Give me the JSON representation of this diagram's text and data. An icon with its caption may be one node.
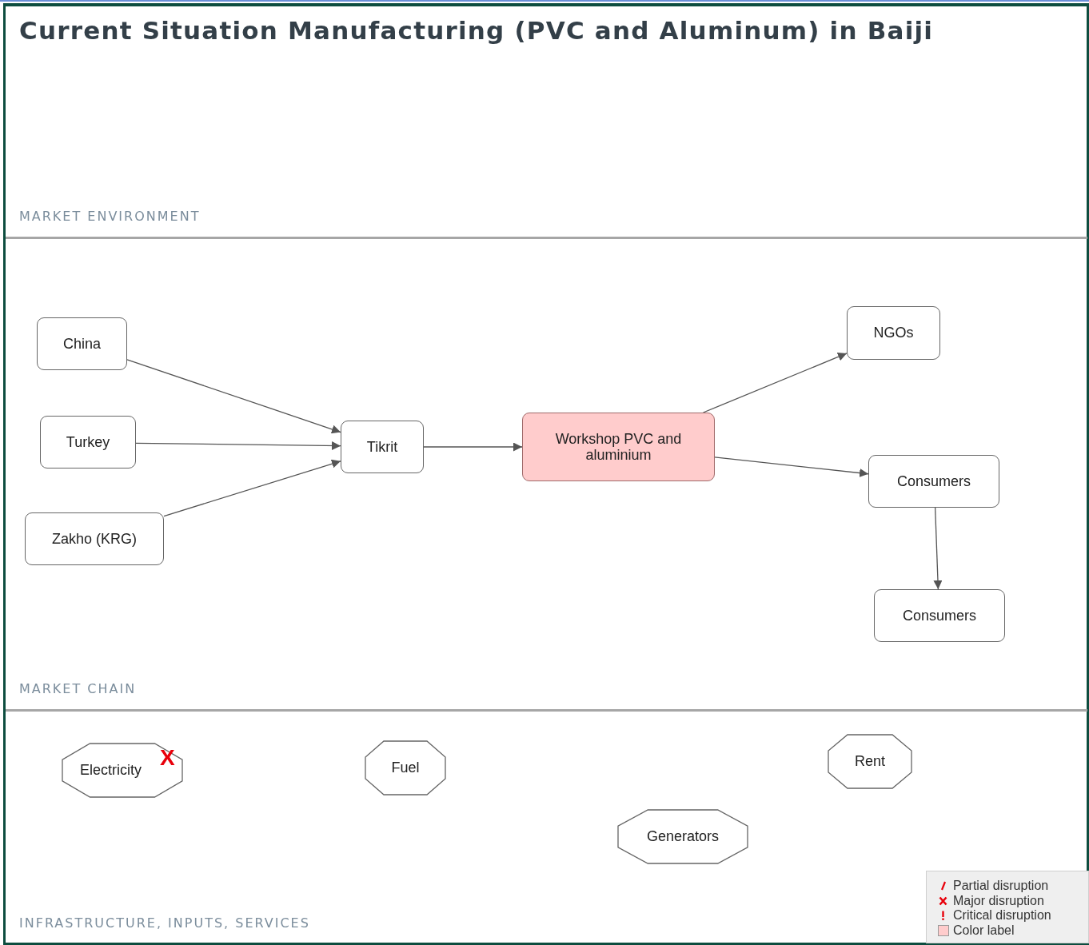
{
  "diagram": {
    "title": "Current Situation Manufacturing (PVC and Aluminum) in Baiji",
    "nodes": [
      {
        "text": [
          "China"
        ]
      },
      {
        "text": [
          "Turkey"
        ]
      },
      {
        "text": [
          "Zakho (KRG)"
        ]
      },
      {
        "text": [
          "Tikrit"
        ]
      },
      {
        "text": [
          "Workshop PVC and aluminium"
        ]
      },
      {
        "text": [
          "NGOs"
        ]
      },
      {
        "text": [
          "Consumers"
        ]
      },
      {
        "text": [
          "Consumers"
        ]
      },
      {
        "text": [
          "Electricity",
          "X"
        ]
      },
      {
        "text": [
          "Fuel"
        ]
      },
      {
        "text": [
          "Generators"
        ]
      },
      {
        "text": [
          "Rent"
        ]
      }
    ],
    "edges": [
      {
        "from": 0,
        "to": 3,
        "arrow": "to"
      },
      {
        "from": 1,
        "to": 3,
        "arrow": "to"
      },
      {
        "from": 2,
        "to": 3,
        "arrow": "to"
      },
      {
        "from": 3,
        "to": 4,
        "arrow": "to"
      },
      {
        "from": 4,
        "to": 5,
        "arrow": "to"
      },
      {
        "from": 4,
        "to": 6,
        "arrow": "to"
      },
      {
        "from": 6,
        "to": 7,
        "arrow": "to"
      }
    ],
    "labels": [
      "MARKET ENVIRONMENT",
      "MARKET CHAIN",
      "INFRASTRUCTURE, INPUTS, SERVICES"
    ],
    "legend": [
      {
        "text": "Partial disruption"
      },
      {
        "text": "Major disruption"
      },
      {
        "text": "Critical disruption"
      },
      {
        "text": "Color label",
        "color": "#ffcccc"
      }
    ]
  }
}
